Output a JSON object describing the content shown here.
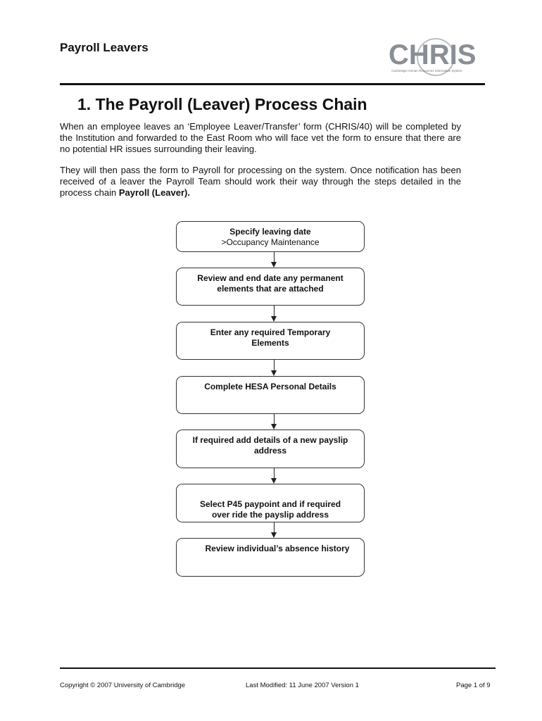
{
  "header": {
    "title": "Payroll Leavers",
    "logo_text": "CHRIS",
    "logo_subtext": "Cambridge Human Resources Information System"
  },
  "section": {
    "title": "1. The Payroll (Leaver) Process Chain"
  },
  "paragraphs": {
    "p1": "When an employee leaves an ‘Employee Leaver/Transfer’ form (CHRIS/40) will be completed by the Institution and forwarded to the East Room who will face vet the form to ensure that there are no potential HR issues surrounding their leaving.",
    "p2_before": "They will then pass the form to Payroll for processing on the system.  Once notification has been received of a leaver the Payroll Team should work their way through the steps detailed in the process chain ",
    "p2_bold": "Payroll (Leaver)."
  },
  "steps": [
    {
      "line1": "Specify leaving date",
      "line2": ">Occupancy Maintenance"
    },
    {
      "line1": "Review and end date any permanent",
      "line2": "elements that are attached"
    },
    {
      "line1": "Enter any required Temporary",
      "line2": "Elements"
    },
    {
      "line1": "Complete HESA Personal Details",
      "line2": ""
    },
    {
      "line1": "If required add details of a new payslip",
      "line2": "address"
    },
    {
      "line1": "Select P45 paypoint and if required",
      "line2": "over ride the payslip address"
    },
    {
      "line1": "Review individual’s absence history",
      "line2": ""
    }
  ],
  "footer": {
    "copyright": "Copyright © 2007 University of Cambridge",
    "modified": "Last Modified: 11 June 2007 Version 1",
    "page": "Page 1 of 9"
  }
}
